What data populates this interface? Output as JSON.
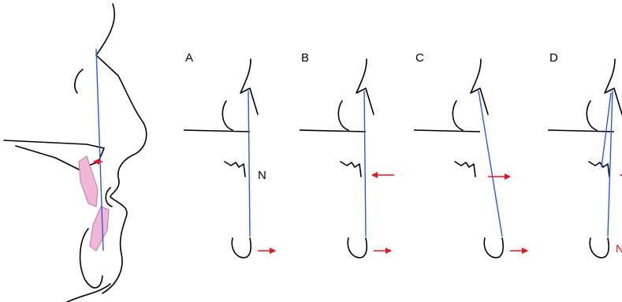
{
  "panels": [
    {
      "id": "A",
      "label": "A",
      "annotation": "N"
    },
    {
      "id": "B",
      "label": "B"
    },
    {
      "id": "C",
      "label": "C"
    },
    {
      "id": "D",
      "label": "D",
      "annotation": "N"
    }
  ],
  "colors": {
    "outline": "#000000",
    "reference_line": "#2d58e8",
    "arrow": "#e8141b",
    "tooth": "#f2b6d6"
  }
}
